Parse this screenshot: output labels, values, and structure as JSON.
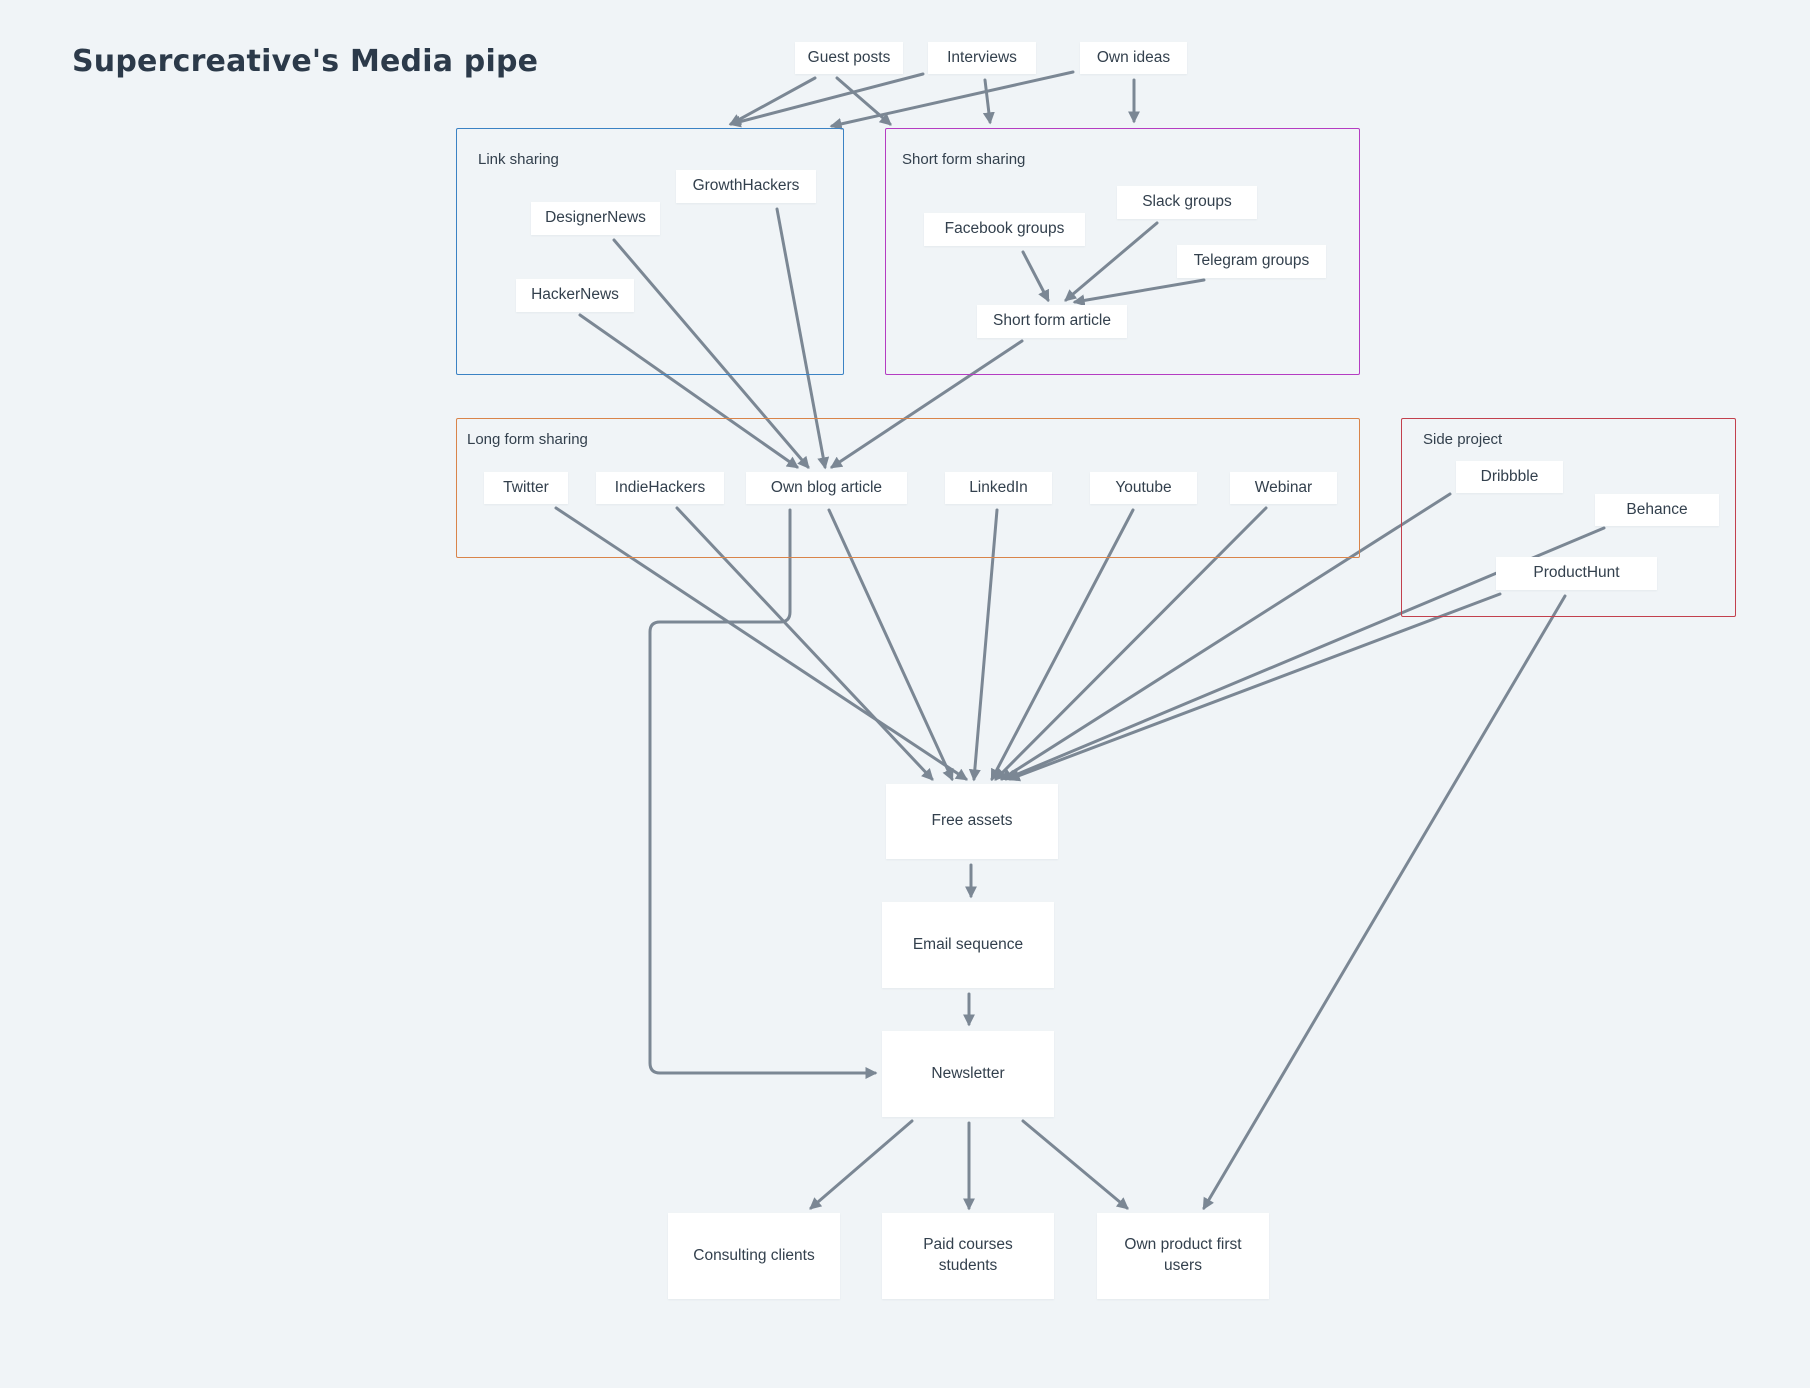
{
  "title": "Supercreative's Media pipe",
  "colors": {
    "background": "#f0f4f7",
    "edge": "#7b8794",
    "link_sharing": "#3b82c4",
    "short_form_sharing": "#b43cc2",
    "long_form_sharing": "#d9844a",
    "side_project": "#c2404d"
  },
  "groups": {
    "link_sharing": "Link sharing",
    "short_form_sharing": "Short form sharing",
    "long_form_sharing": "Long form sharing",
    "side_project": "Side project"
  },
  "nodes": {
    "guest_posts": "Guest posts",
    "interviews": "Interviews",
    "own_ideas": "Own ideas",
    "growthhackers": "GrowthHackers",
    "designernews": "DesignerNews",
    "hackernews": "HackerNews",
    "slack_groups": "Slack groups",
    "facebook_groups": "Facebook groups",
    "telegram_groups": "Telegram groups",
    "short_form_article": "Short form article",
    "twitter": "Twitter",
    "indiehackers": "IndieHackers",
    "own_blog_article": "Own blog article",
    "linkedin": "LinkedIn",
    "youtube": "Youtube",
    "webinar": "Webinar",
    "dribbble": "Dribbble",
    "behance": "Behance",
    "producthunt": "ProductHunt",
    "free_assets": "Free assets",
    "email_sequence": "Email sequence",
    "newsletter": "Newsletter",
    "consulting_clients": "Consulting clients",
    "paid_courses_students": "Paid courses\nstudents",
    "own_product_first_users": "Own product first\nusers"
  }
}
